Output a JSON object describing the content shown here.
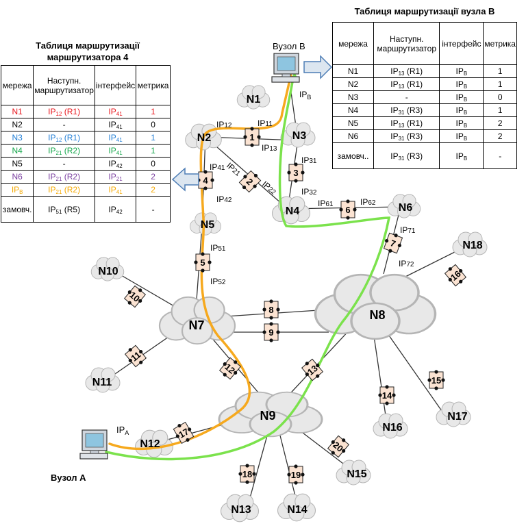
{
  "colors": {
    "red": "#e8141b",
    "blue": "#1f7dd6",
    "green": "#13a64a",
    "purple": "#7a3ea0",
    "orange": "#f5a800",
    "path_orange": "#f6a91e",
    "path_green": "#7be24c",
    "router_fill": "#fbe3d2",
    "cloud_fill": "#e8e8e8",
    "arrow_fill": "#dce6f0",
    "arrow_stroke": "#4d7db5"
  },
  "tableB": {
    "title": "Таблиця маршрутизації вузла В",
    "headers": [
      "мережа",
      "Наступн. маршрутизатор",
      "інтерфейс",
      "метрика"
    ],
    "rows": [
      {
        "net": "N1",
        "next": "IP",
        "next_sub": "13",
        "next_suf": " (R1)",
        "iface": "IP",
        "iface_sub": "B",
        "metric": "1"
      },
      {
        "net": "N2",
        "next": "IP",
        "next_sub": "13",
        "next_suf": " (R1)",
        "iface": "IP",
        "iface_sub": "B",
        "metric": "1"
      },
      {
        "net": "N3",
        "next": "-",
        "next_sub": "",
        "next_suf": "",
        "iface": "IP",
        "iface_sub": "B",
        "metric": "0"
      },
      {
        "net": "N4",
        "next": "IP",
        "next_sub": "31",
        "next_suf": " (R3)",
        "iface": "IP",
        "iface_sub": "B",
        "metric": "1"
      },
      {
        "net": "N5",
        "next": "IP",
        "next_sub": "13",
        "next_suf": " (R1)",
        "iface": "IP",
        "iface_sub": "B",
        "metric": "2"
      },
      {
        "net": "N6",
        "next": "IP",
        "next_sub": "31",
        "next_suf": " (R3)",
        "iface": "IP",
        "iface_sub": "B",
        "metric": "2"
      },
      {
        "net": "замовч..",
        "next": "IP",
        "next_sub": "31",
        "next_suf": " (R3)",
        "iface": "IP",
        "iface_sub": "B",
        "metric": "-"
      }
    ]
  },
  "table4": {
    "title": "Таблиця маршрутизації маршрутизатора 4",
    "headers": [
      "мережа",
      "Наступн. маршрутизатор",
      "інтерфейс",
      "метрика"
    ],
    "rows": [
      {
        "net": "N1",
        "color": "red",
        "next": "IP",
        "next_sub": "12",
        "next_suf": " (R1)",
        "iface": "IP",
        "iface_sub": "41",
        "metric": "1"
      },
      {
        "net": "N2",
        "color": "black",
        "next": "-",
        "next_sub": "",
        "next_suf": "",
        "iface": "IP",
        "iface_sub": "41",
        "metric": "0"
      },
      {
        "net": "N3",
        "color": "blue",
        "next": "IP",
        "next_sub": "12",
        "next_suf": " (R1)",
        "iface": "IP",
        "iface_sub": "41",
        "metric": "1"
      },
      {
        "net": "N4",
        "color": "green",
        "next": "IP",
        "next_sub": "21",
        "next_suf": " (R2)",
        "iface": "IP",
        "iface_sub": "41",
        "metric": "1"
      },
      {
        "net": "N5",
        "color": "black",
        "next": "-",
        "next_sub": "",
        "next_suf": "",
        "iface": "IP",
        "iface_sub": "42",
        "metric": "0"
      },
      {
        "net": "N6",
        "color": "purple",
        "next": "IP",
        "next_sub": "21",
        "next_suf": " (R2)",
        "iface": "IP",
        "iface_sub": "21",
        "metric": "2"
      },
      {
        "net": "IP",
        "net_sub": "B",
        "color": "orange",
        "next": "IP",
        "next_sub": "21",
        "next_suf": " (R2)",
        "iface": "IP",
        "iface_sub": "41",
        "metric": "2"
      },
      {
        "net": "замовч.",
        "color": "black",
        "next": "IP",
        "next_sub": "51",
        "next_suf": " (R5)",
        "iface": "IP",
        "iface_sub": "42",
        "metric": "-"
      }
    ]
  },
  "hosts": {
    "A": {
      "label": "Вузол А",
      "ip": "IP",
      "ip_sub": "A"
    },
    "B": {
      "label": "Вузол В",
      "ip": "IP",
      "ip_sub": "B"
    }
  },
  "networks": [
    "N1",
    "N2",
    "N3",
    "N4",
    "N5",
    "N6",
    "N7",
    "N8",
    "N9",
    "N10",
    "N11",
    "N12",
    "N13",
    "N14",
    "N15",
    "N16",
    "N17",
    "N18"
  ],
  "routers": [
    "1",
    "2",
    "3",
    "4",
    "5",
    "6",
    "7",
    "8",
    "9",
    "10",
    "11",
    "12",
    "13",
    "14",
    "15",
    "16",
    "17",
    "18",
    "19",
    "20"
  ],
  "ip_labels": [
    "IP12",
    "IP11",
    "IP13",
    "IP21",
    "IP22",
    "IP31",
    "IP32",
    "IP41",
    "IP42",
    "IP51",
    "IP52",
    "IP61",
    "IP62",
    "IP71",
    "IP72"
  ]
}
